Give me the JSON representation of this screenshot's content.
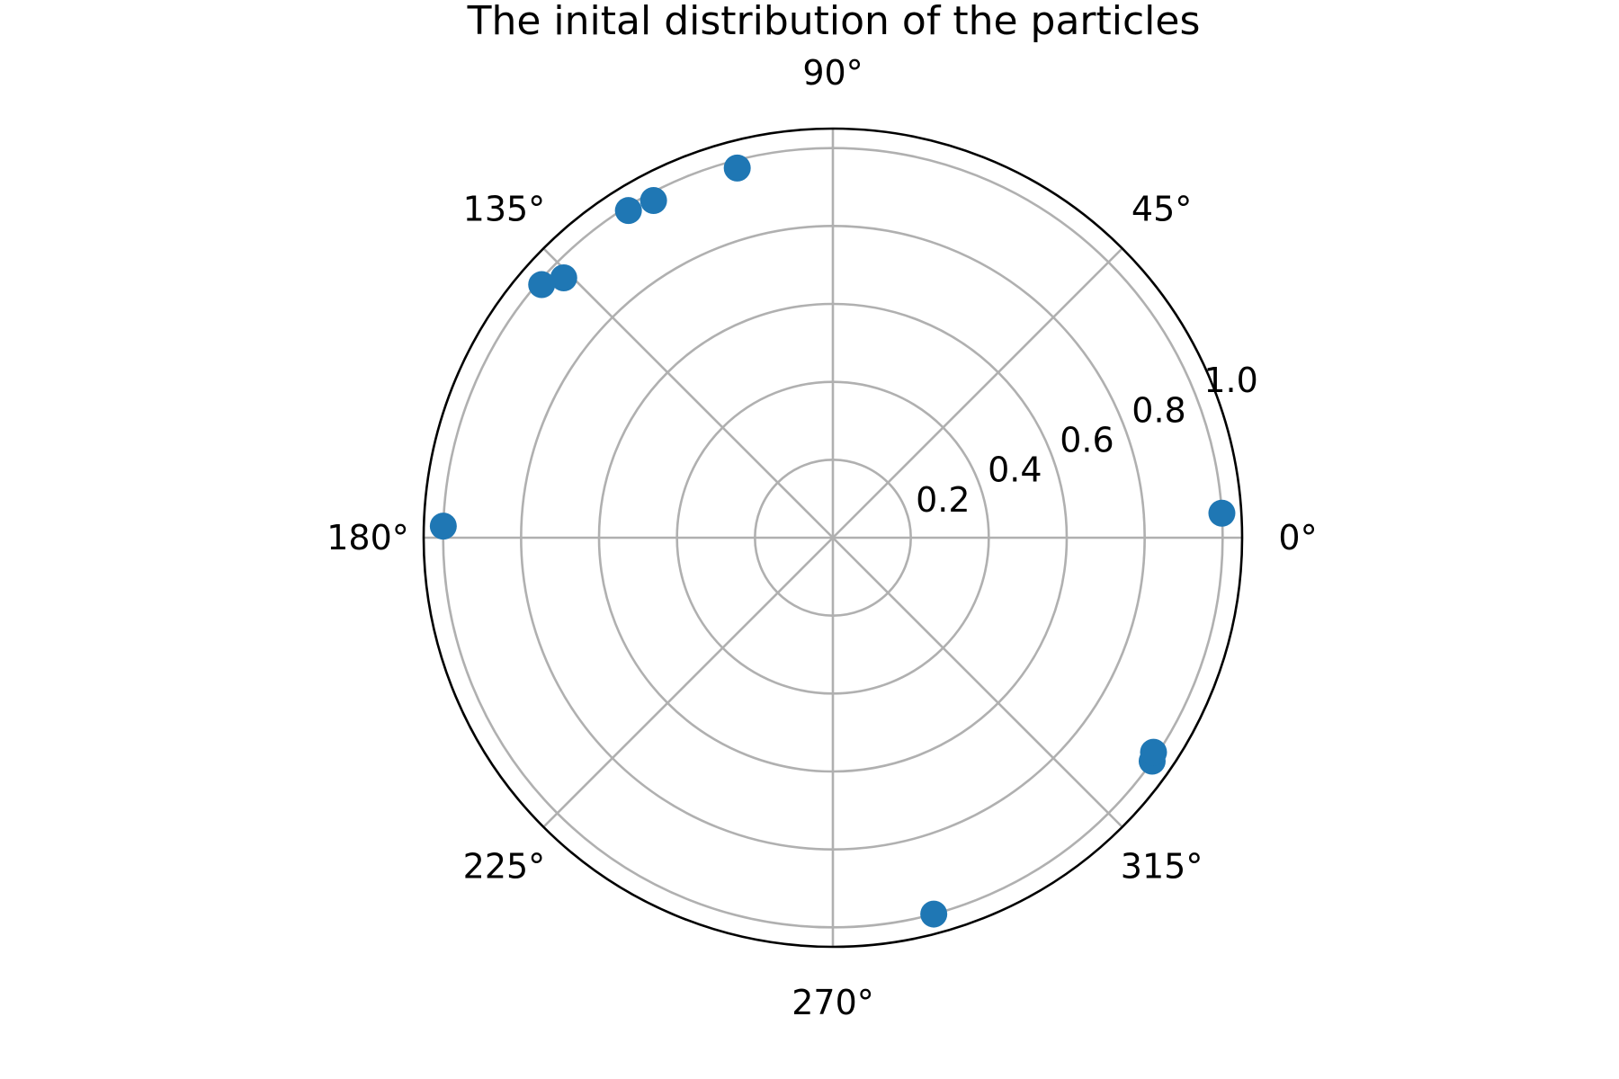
{
  "chart_data": {
    "type": "scatter",
    "projection": "polar",
    "title": "The inital distribution of the particles",
    "theta_unit": "degrees",
    "theta_ticks": [
      0,
      45,
      90,
      135,
      180,
      225,
      270,
      315
    ],
    "theta_tick_labels": [
      "0°",
      "45°",
      "90°",
      "135°",
      "180°",
      "225°",
      "270°",
      "315°"
    ],
    "r_ticks": [
      0.2,
      0.4,
      0.6,
      0.8,
      1.0
    ],
    "r_tick_labels": [
      "0.2",
      "0.4",
      "0.6",
      "0.8",
      "1.0"
    ],
    "r_label_angle": 22.5,
    "rlim": [
      0,
      1.05
    ],
    "grid": true,
    "color": "#1f77b4",
    "points": [
      {
        "theta": 3.6,
        "r": 1.0
      },
      {
        "theta": 104.5,
        "r": 0.98
      },
      {
        "theta": 118.0,
        "r": 0.98
      },
      {
        "theta": 122.0,
        "r": 0.99
      },
      {
        "theta": 136.0,
        "r": 0.96
      },
      {
        "theta": 139.0,
        "r": 0.99
      },
      {
        "theta": 178.3,
        "r": 1.0
      },
      {
        "theta": 285.0,
        "r": 1.0
      },
      {
        "theta": 325.0,
        "r": 1.0
      },
      {
        "theta": 326.2,
        "r": 0.99
      }
    ]
  }
}
